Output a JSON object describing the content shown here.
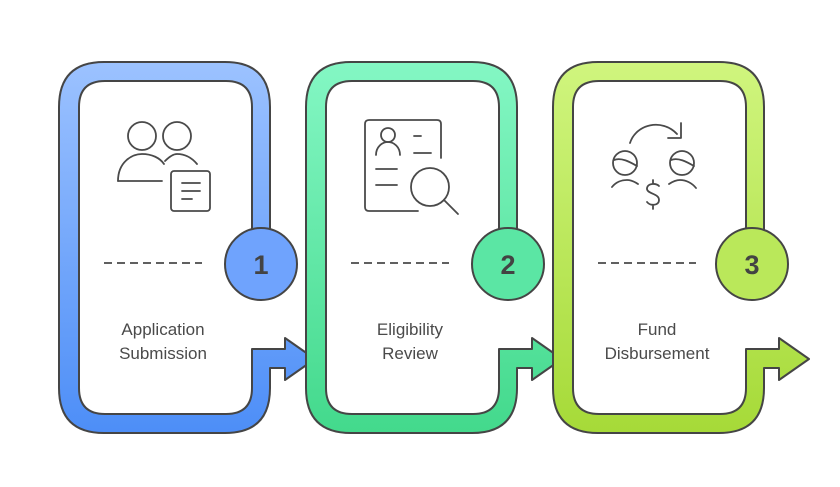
{
  "diagram": {
    "type": "process-flow",
    "steps": [
      {
        "number": "1",
        "label_lines": [
          "Application",
          "Submission"
        ],
        "icon": "people-document-icon",
        "colors": {
          "top": "#9cc2ff",
          "bottom": "#4d8ef7",
          "badge": "#6fa3fd"
        }
      },
      {
        "number": "2",
        "label_lines": [
          "Eligibility",
          "Review"
        ],
        "icon": "profile-magnifier-icon",
        "colors": {
          "top": "#84f7c4",
          "bottom": "#43d98c",
          "badge": "#5be6a4"
        }
      },
      {
        "number": "3",
        "label_lines": [
          "Fund",
          "Disbursement"
        ],
        "icon": "money-transfer-icon",
        "colors": {
          "top": "#d0f57e",
          "bottom": "#a6da38",
          "badge": "#bae85a"
        }
      }
    ]
  }
}
